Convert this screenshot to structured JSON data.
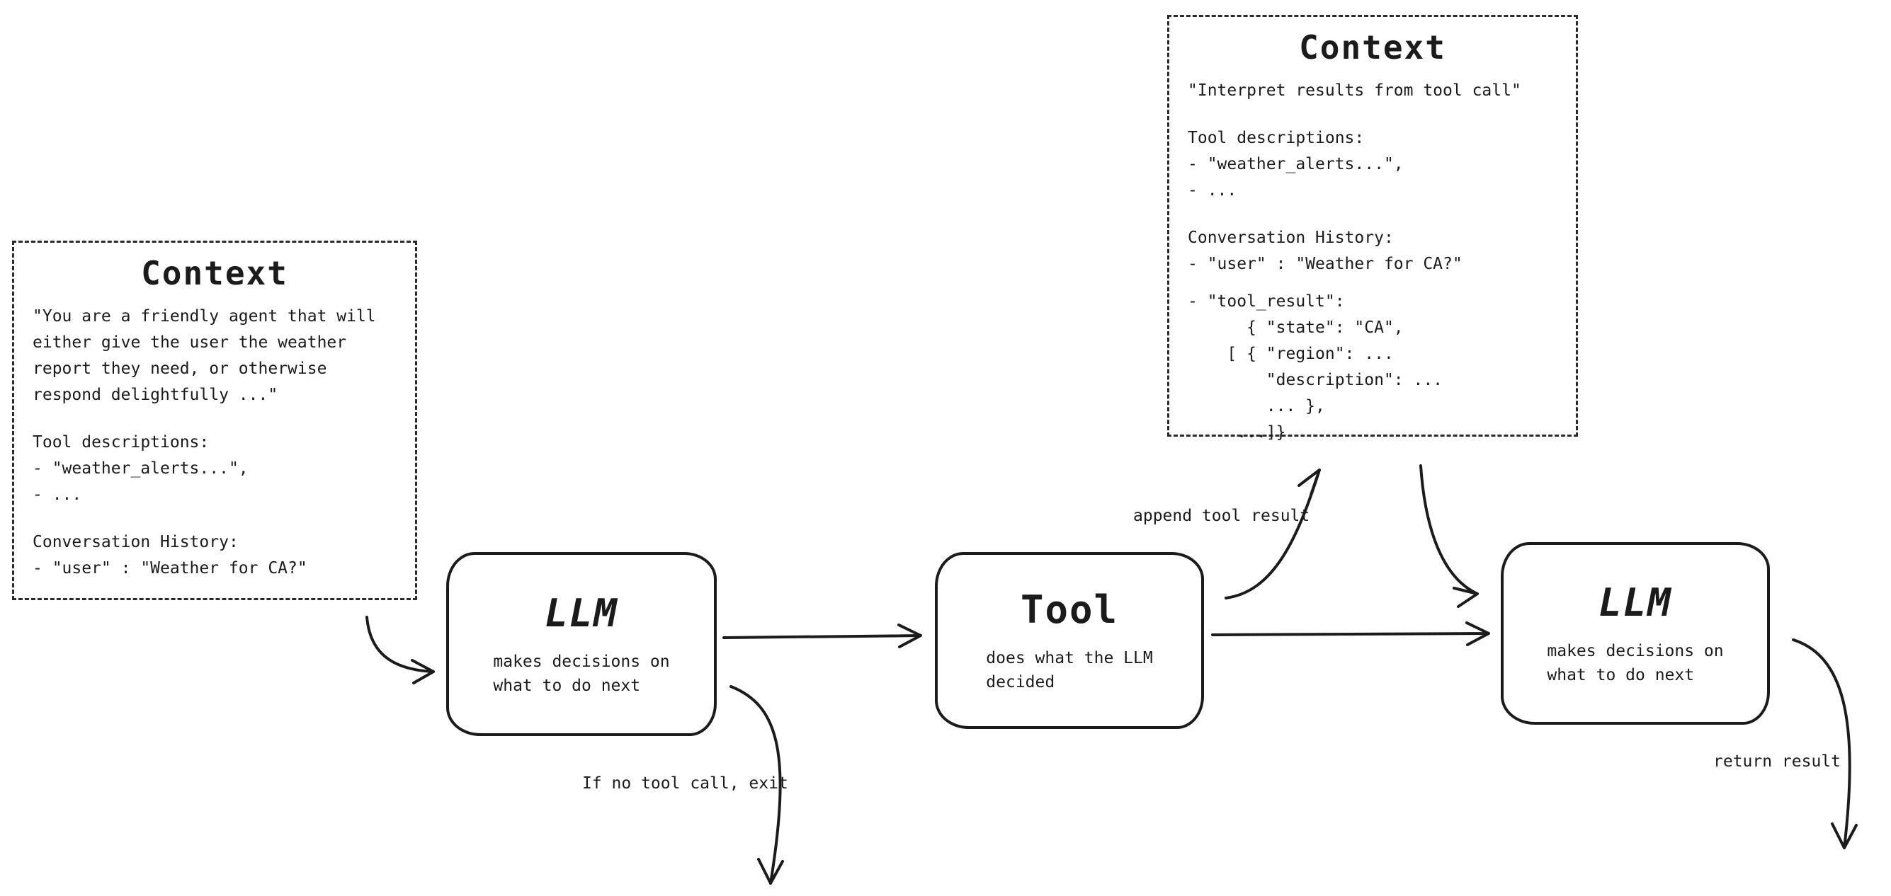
{
  "context_left": {
    "title": "Context",
    "system_prompt": "\"You are a friendly agent that will\neither give the user the weather\nreport they need, or otherwise\nrespond delightfully ...\"",
    "tool_desc_heading": "Tool descriptions:",
    "tool_desc_items": [
      "- \"weather_alerts...\",",
      "- ..."
    ],
    "history_heading": "Conversation History:",
    "history_items": [
      "- \"user\" : \"Weather for CA?\""
    ]
  },
  "context_top": {
    "title": "Context",
    "instruction": "\"Interpret results from tool call\"",
    "tool_desc_heading": "Tool descriptions:",
    "tool_desc_items": [
      "- \"weather_alerts...\",",
      "- ..."
    ],
    "history_heading": "Conversation History:",
    "history_items": [
      "- \"user\" : \"Weather for CA?\"",
      "- \"tool_result\":",
      "      { \"state\": \"CA\",",
      "    [ { \"region\": ...",
      "        \"description\": ...",
      "        ... },",
      "     ...]}"
    ]
  },
  "nodes": {
    "llm1": {
      "title": "LLM",
      "subtitle": "makes decisions on\nwhat to do next"
    },
    "tool": {
      "title": "Tool",
      "subtitle": "does what the LLM\ndecided"
    },
    "llm2": {
      "title": "LLM",
      "subtitle": "makes decisions on\nwhat to do next"
    }
  },
  "labels": {
    "exit": "If no tool call, exit",
    "append": "append tool result",
    "return_result": "return result"
  },
  "colors": {
    "stroke": "#1b1b1b",
    "background": "#ffffff"
  }
}
